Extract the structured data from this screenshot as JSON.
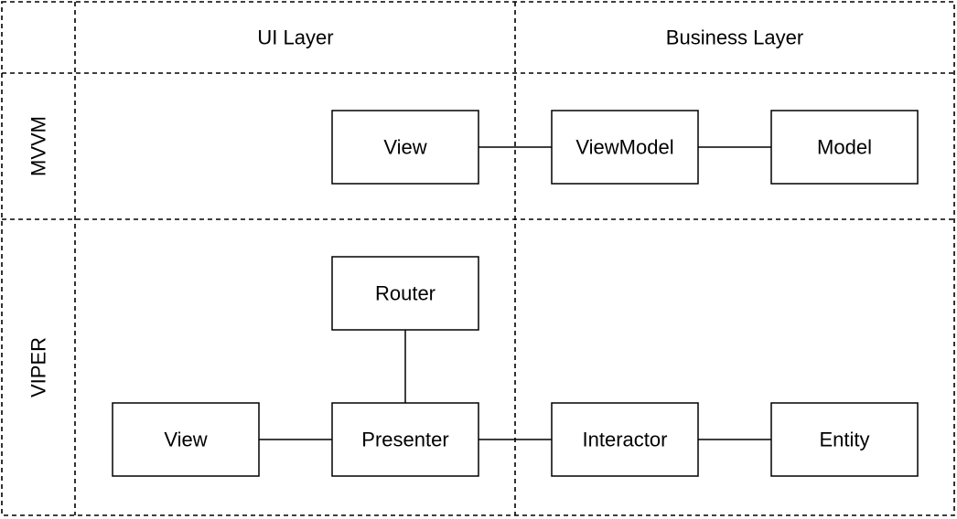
{
  "columns": {
    "ui_layer": "UI Layer",
    "business_layer": "Business Layer"
  },
  "rows": {
    "mvvm": "MVVM",
    "viper": "VIPER"
  },
  "mvvm": {
    "view": "View",
    "viewmodel": "ViewModel",
    "model": "Model"
  },
  "viper": {
    "router": "Router",
    "view": "View",
    "presenter": "Presenter",
    "interactor": "Interactor",
    "entity": "Entity"
  }
}
